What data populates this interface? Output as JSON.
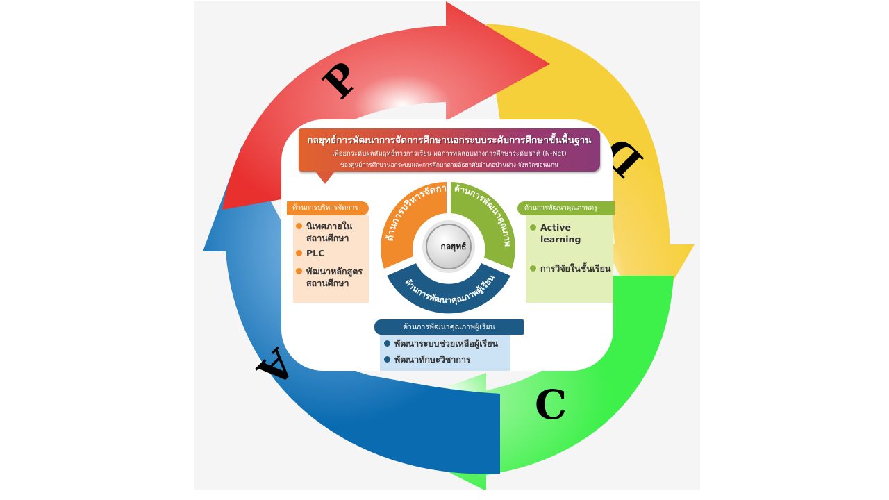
{
  "diagram": {
    "cycle_letters": [
      "P",
      "D",
      "C",
      "A"
    ],
    "cycle_colors": {
      "P": "#e8312f",
      "D": "#f6d03a",
      "C": "#3ef04a",
      "A": "#0a6bb0"
    },
    "banner": {
      "title": "กลยุทธ์การพัฒนาการจัดการศึกษานอกระบบระดับการศึกษาขั้นพื้นฐาน",
      "subtitle": "เพื่อยกระดับผลสัมฤทธิ์ทางการเรียน ผลการทดสอบทางการศึกษาระดับชาติ (N-Net)",
      "subtitle2": "ของศูนย์การศึกษานอกระบบและการศึกษาตามอัธยาศัยอำเภอบ้านฝาง จังหวัดขอนแก่น"
    },
    "center": {
      "label": "กลยุทธ์",
      "segments": [
        {
          "label": "ด้านการบริหารจัดการ",
          "color": "#f08a2a"
        },
        {
          "label": "ด้านการพัฒนาคุณภาพครู",
          "color": "#8cb43a"
        },
        {
          "label": "ด้านการพัฒนาคุณภาพผู้เรียน",
          "color": "#1d5a86"
        }
      ]
    },
    "management": {
      "header": "ด้านการบริหารจัดการ",
      "items": [
        "นิเทศภายในสถานศึกษา",
        "PLC",
        "พัฒนาหลักสูตรสถานศึกษา"
      ],
      "items_display": [
        [
          "นิเทศภายใน",
          "สถานศึกษา"
        ],
        [
          "PLC"
        ],
        [
          "พัฒนาหลักสูตร",
          "สถานศึกษา"
        ]
      ]
    },
    "teacher": {
      "header": "ด้านการพัฒนาคุณภาพครู",
      "items": [
        "Active learning",
        "การวิจัยในชั้นเรียน"
      ]
    },
    "learner": {
      "header": "ด้านการพัฒนาคุณภาพผู้เรียน",
      "items": [
        "พัฒนาระบบช่วยเหลือผู้เรียน",
        "พัฒนาทักษะวิชาการ"
      ]
    }
  }
}
